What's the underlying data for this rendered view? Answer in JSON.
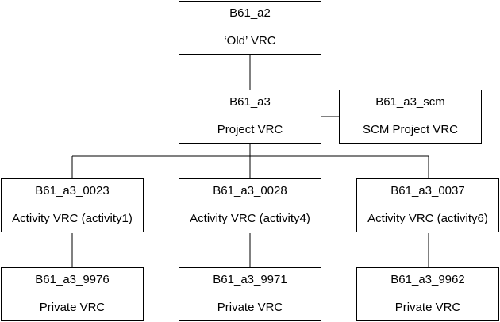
{
  "nodes": {
    "a2": {
      "id": "B61_a2",
      "label": "‘Old’ VRC"
    },
    "a3": {
      "id": "B61_a3",
      "label": "Project VRC"
    },
    "a3_scm": {
      "id": "B61_a3_scm",
      "label": "SCM Project VRC"
    },
    "a3_0023": {
      "id": "B61_a3_0023",
      "label": "Activity VRC (activity1)"
    },
    "a3_0028": {
      "id": "B61_a3_0028",
      "label": "Activity VRC (activity4)"
    },
    "a3_0037": {
      "id": "B61_a3_0037",
      "label": "Activity VRC (activity6)"
    },
    "a3_9976": {
      "id": "B61_a3_9976",
      "label": "Private VRC"
    },
    "a3_9971": {
      "id": "B61_a3_9971",
      "label": "Private VRC"
    },
    "a3_9962": {
      "id": "B61_a3_9962",
      "label": "Private VRC"
    }
  }
}
